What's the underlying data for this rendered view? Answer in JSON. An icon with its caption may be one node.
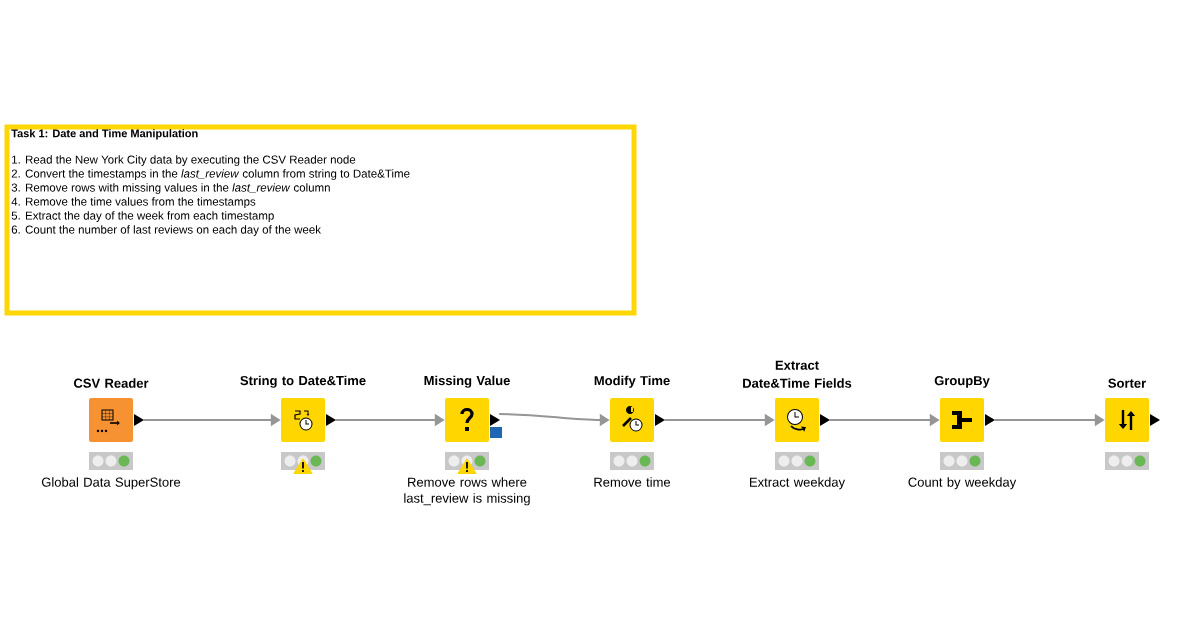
{
  "diagram": {
    "nodes": [
      {
        "text": [
          "Task 1: Date and Time Manipulation",
          "1. Read the New York City data by executing the CSV Reader node",
          "2. Convert the timestamps in the *last_review*  column from string to Date&Time",
          "3. Remove rows with missing values in the  *last_review*  column",
          "4. Remove the time values from the timestamps",
          "5. Extract the day of the week from each timestamp",
          "6. Count the number of last reviews on each day of the week"
        ]
      },
      {
        "text": [
          "CSV Reader"
        ],
        "beside": [
          "Global Data SuperStore"
        ]
      },
      {
        "text": [
          "String to Date&Time"
        ]
      },
      {
        "text": [
          "Missing Value"
        ],
        "beside": [
          "Remove rows where last_review is missing"
        ]
      },
      {
        "text": [
          "Modify Time"
        ],
        "beside": [
          "Remove time"
        ]
      },
      {
        "text": [
          "Extract Date&Time Fields"
        ],
        "beside": [
          "Extract weekday"
        ]
      },
      {
        "text": [
          "GroupBy"
        ],
        "beside": [
          "Count by weekday"
        ]
      },
      {
        "text": [
          "Sorter"
        ]
      }
    ],
    "edges": [
      {
        "from": 1,
        "to": 2,
        "arrow": "to"
      },
      {
        "from": 2,
        "to": 3,
        "arrow": "to"
      },
      {
        "from": 3,
        "to": 4,
        "arrow": "to"
      },
      {
        "from": 4,
        "to": 5,
        "arrow": "to"
      },
      {
        "from": 5,
        "to": 6,
        "arrow": "to"
      },
      {
        "from": 6,
        "to": 7,
        "arrow": "to"
      }
    ]
  }
}
